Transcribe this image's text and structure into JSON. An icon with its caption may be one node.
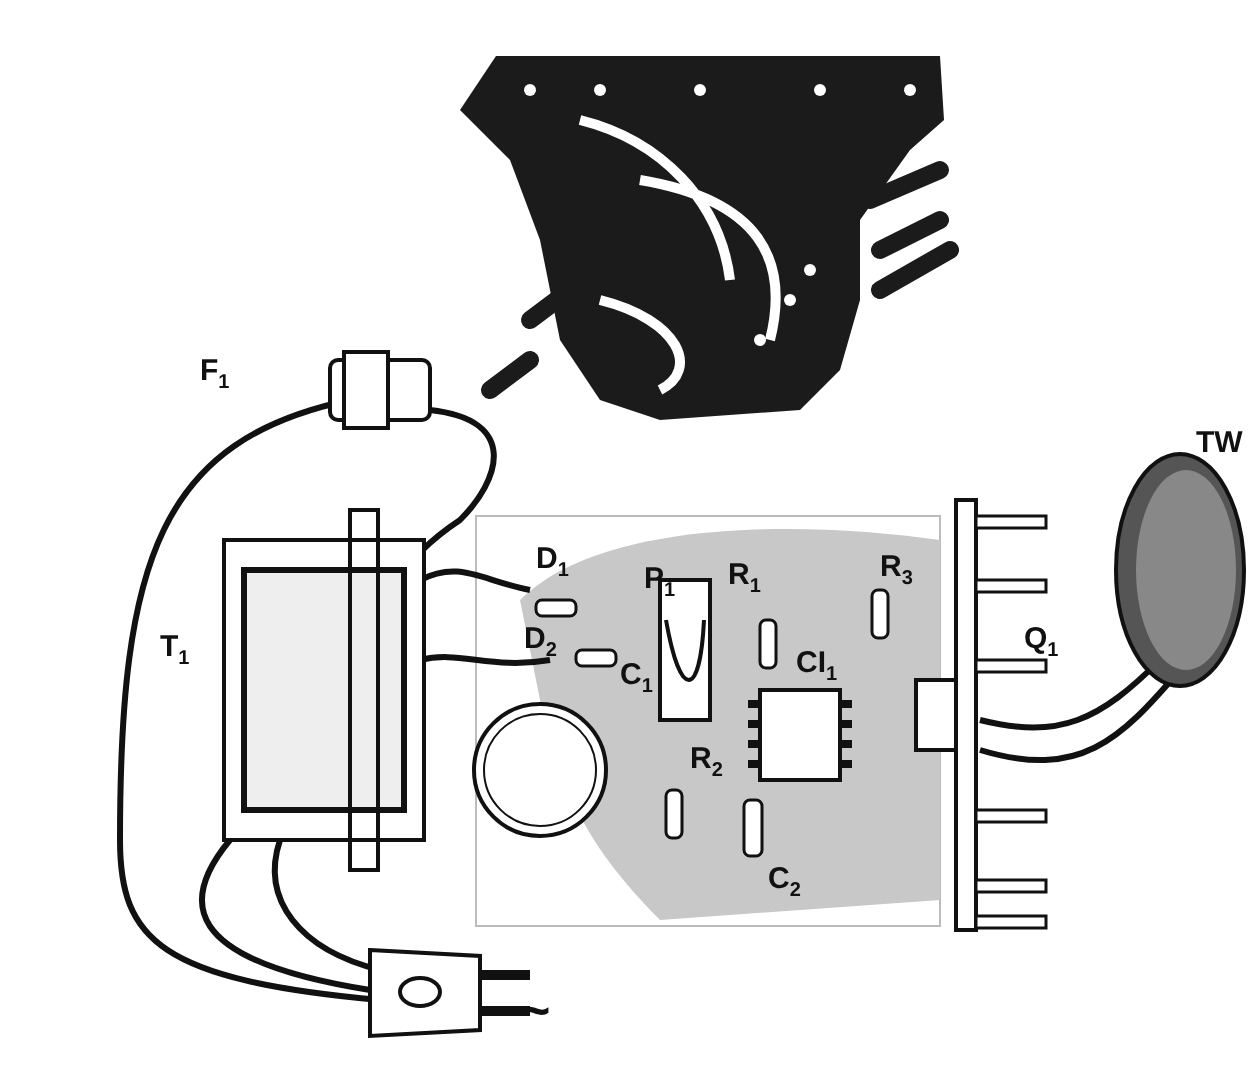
{
  "diagram": {
    "labels": [
      "F$_{1}$",
      "TW",
      "D$_{1}$",
      "R$_{1}$",
      "R$_{3}$",
      "P$_{1}$",
      "D$_{2}$",
      "T$_{1}$",
      "CI$_{1}$",
      "Q$_{1}$",
      "C$_{1}$",
      "R$_{2}$",
      "C$_{2}$",
      "~"
    ]
  }
}
